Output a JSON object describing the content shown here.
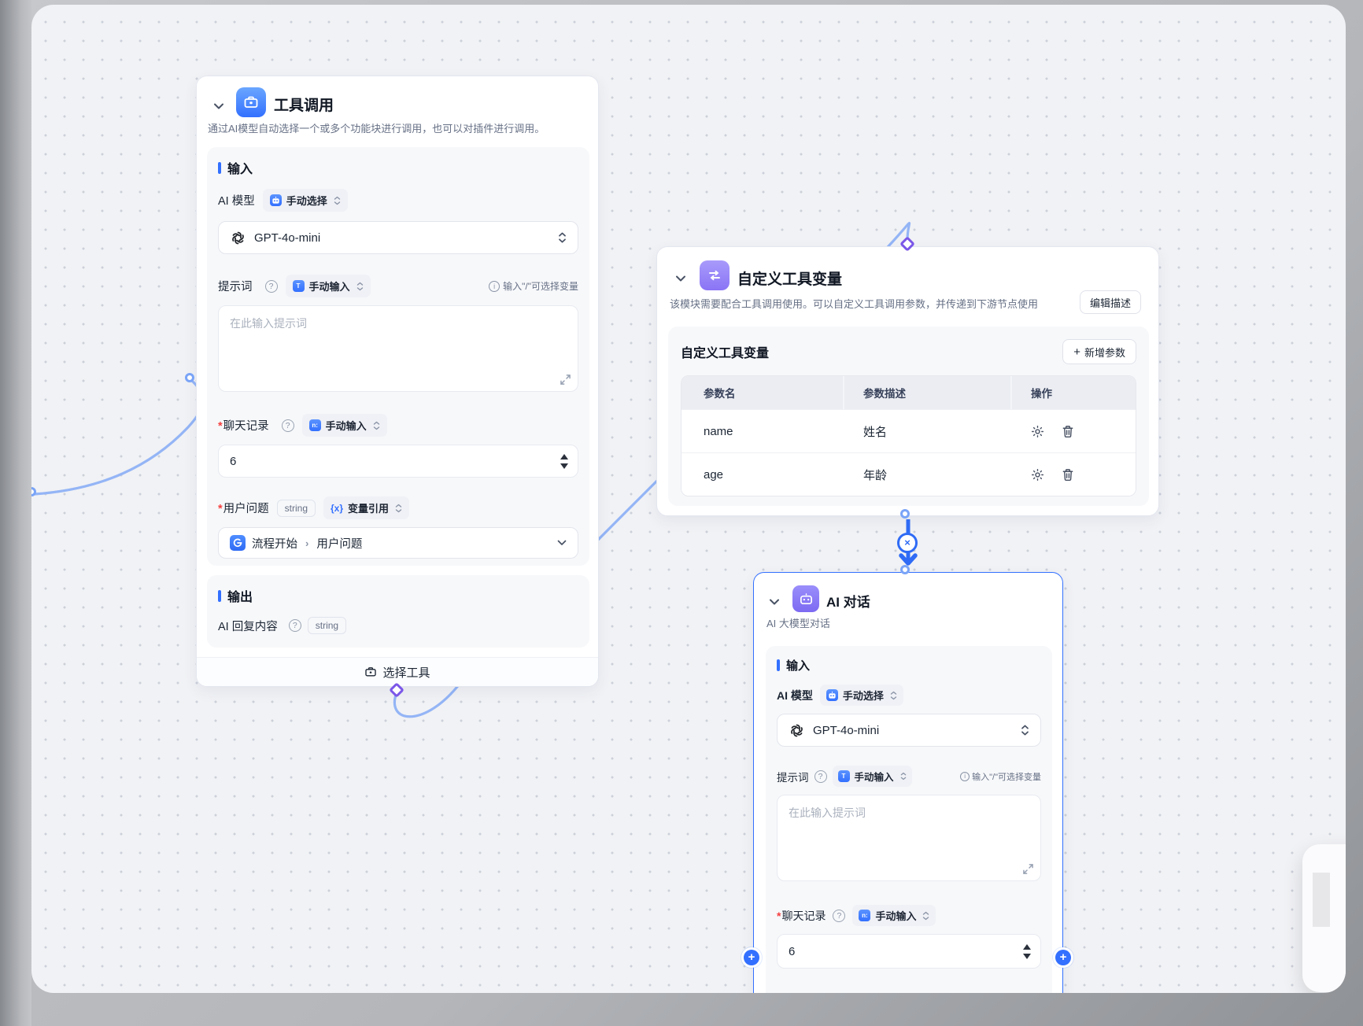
{
  "node_tool_call": {
    "title": "工具调用",
    "description": "通过AI模型自动选择一个或多个功能块进行调用，也可以对插件进行调用。",
    "input_section": "输入",
    "output_section": "输出",
    "ai_model_label": "AI 模型",
    "model_mode": "手动选择",
    "model_name": "GPT-4o-mini",
    "prompt_label": "提示词",
    "prompt_mode": "手动输入",
    "prompt_hint": "输入\"/\"可选择变量",
    "prompt_placeholder": "在此输入提示词",
    "history_label": "聊天记录",
    "history_mode": "手动输入",
    "history_value": "6",
    "question_label": "用户问题",
    "question_type": "string",
    "question_mode": "变量引用",
    "question_ref_source": "流程开始",
    "question_ref_sep": "›",
    "question_ref_field": "用户问题",
    "output_label": "AI 回复内容",
    "output_type": "string",
    "footer_button": "选择工具"
  },
  "node_custom_vars": {
    "title": "自定义工具变量",
    "description": "该模块需要配合工具调用使用。可以自定义工具调用参数，并传递到下游节点使用",
    "edit_desc_button": "编辑描述",
    "panel_title": "自定义工具变量",
    "add_param_button": "新增参数",
    "add_param_plus": "+",
    "table": {
      "headers": [
        "参数名",
        "参数描述",
        "操作"
      ],
      "rows": [
        {
          "name": "name",
          "desc": "姓名"
        },
        {
          "name": "age",
          "desc": "年龄"
        }
      ]
    }
  },
  "node_ai_chat": {
    "title": "AI 对话",
    "subtitle": "AI 大模型对话",
    "input_section": "输入",
    "ai_model_label": "AI 模型",
    "model_mode": "手动选择",
    "model_name": "GPT-4o-mini",
    "prompt_label": "提示词",
    "prompt_mode": "手动输入",
    "prompt_hint": "输入\"/\"可选择变量",
    "prompt_placeholder": "在此输入提示词",
    "history_label": "聊天记录",
    "history_mode": "手动输入",
    "history_value": "6"
  },
  "colors": {
    "accent": "#3370FF",
    "edge": "#94B5F6",
    "diamond": "#7B57E8"
  }
}
